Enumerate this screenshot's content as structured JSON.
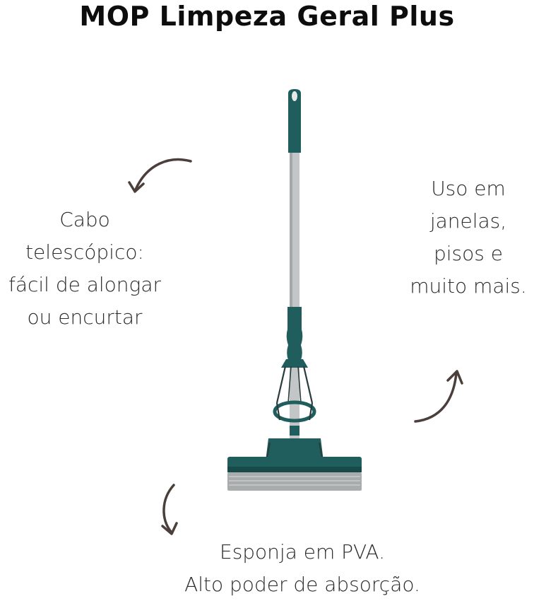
{
  "title": "MOP Limpeza Geral Plus",
  "callouts": {
    "handle": {
      "lines": [
        "Cabo",
        "telescópico:",
        "fácil de alongar",
        "ou encurtar"
      ]
    },
    "use": {
      "lines": [
        "Uso em",
        "janelas,",
        "pisos e",
        "muito mais."
      ]
    },
    "sponge": {
      "lines": [
        "Esponja em PVA.",
        "Alto poder de absorção."
      ]
    }
  },
  "colors": {
    "teal": "#1f5e5c",
    "teal_dark": "#174a48",
    "handle_gray": "#b9bcbd",
    "sponge_gray": "#a8acad",
    "arrow": "#4a3f3a"
  },
  "icons": {
    "product": "mop-illustration",
    "arrow_handle": "curved-arrow-icon",
    "arrow_use": "curved-arrow-icon",
    "arrow_sponge": "curved-arrow-icon"
  }
}
